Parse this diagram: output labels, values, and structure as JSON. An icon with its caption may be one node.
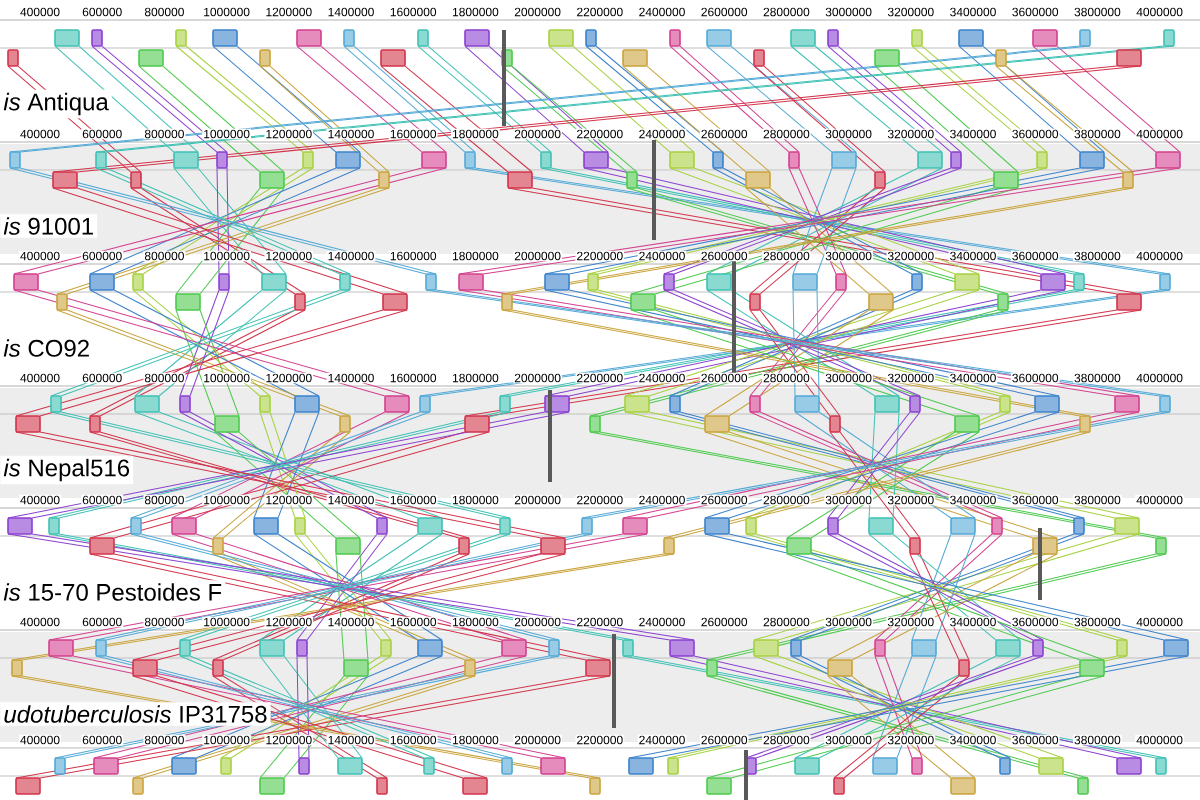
{
  "diagram": {
    "labels": [
      "400000",
      "600000",
      "800000",
      "1000000",
      "1200000",
      "1400000",
      "1600000",
      "1800000",
      "2000000",
      "2200000",
      "2400000",
      "2600000",
      "2800000",
      "3000000",
      "3200000",
      "3400000",
      "3600000",
      "3800000",
      "4000000",
      "*is* Antiqua",
      "400000",
      "600000",
      "800000",
      "1000000",
      "1200000",
      "1400000",
      "1600000",
      "1800000",
      "2000000",
      "2200000",
      "2400000",
      "2600000",
      "2800000",
      "3000000",
      "3200000",
      "3400000",
      "3600000",
      "3800000",
      "4000000",
      "*is* 91001",
      "400000",
      "600000",
      "800000",
      "1000000",
      "1200000",
      "1400000",
      "1600000",
      "1800000",
      "2000000",
      "2200000",
      "2400000",
      "2600000",
      "2800000",
      "3000000",
      "3200000",
      "3400000",
      "3600000",
      "3800000",
      "4000000",
      "*is* CO92",
      "400000",
      "600000",
      "800000",
      "1000000",
      "1200000",
      "1400000",
      "1600000",
      "1800000",
      "2000000",
      "2200000",
      "2400000",
      "2600000",
      "2800000",
      "3000000",
      "3200000",
      "3400000",
      "3600000",
      "3800000",
      "4000000",
      "*is* Nepal516",
      "400000",
      "600000",
      "800000",
      "1000000",
      "1200000",
      "1400000",
      "1600000",
      "1800000",
      "2000000",
      "2200000",
      "2400000",
      "2600000",
      "2800000",
      "3000000",
      "3200000",
      "3400000",
      "3600000",
      "3800000",
      "4000000",
      "*is* 15-70 Pestoides F",
      "400000",
      "600000",
      "800000",
      "1000000",
      "1200000",
      "1400000",
      "1600000",
      "1800000",
      "2000000",
      "2200000",
      "2400000",
      "2600000",
      "2800000",
      "3000000",
      "3200000",
      "3400000",
      "3600000",
      "3800000",
      "4000000",
      "*udotuberculosis* IP31758",
      "400000",
      "600000",
      "800000",
      "1000000",
      "1200000",
      "1400000",
      "1600000",
      "1800000",
      "2000000",
      "2200000",
      "2400000",
      "2600000",
      "2800000",
      "3000000",
      "3200000",
      "3400000",
      "3600000",
      "3800000",
      "4000000"
    ]
  }
}
